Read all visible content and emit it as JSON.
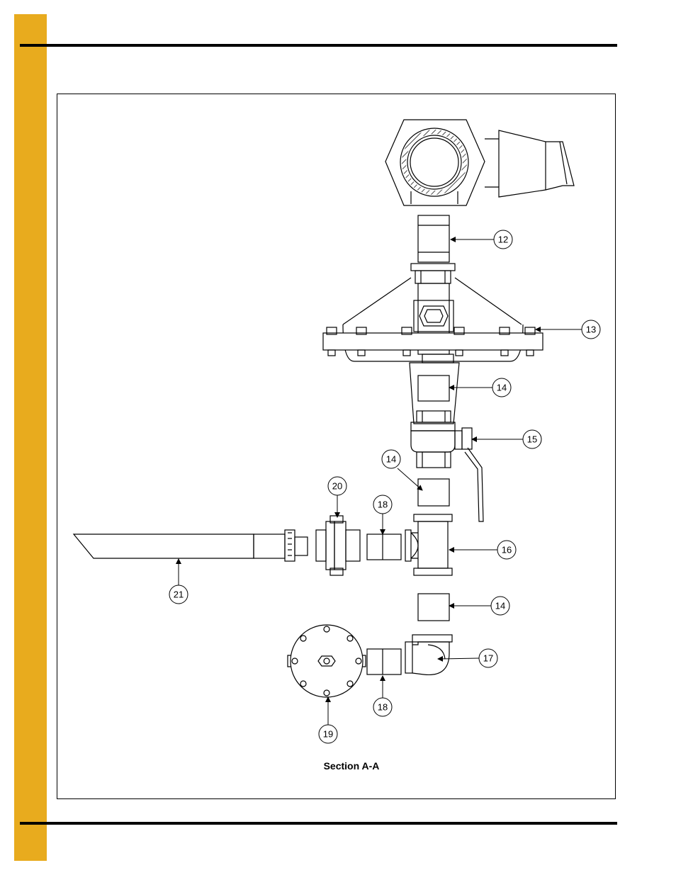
{
  "page": {
    "accent_color": "#e8ab1e",
    "rule_color": "#000000"
  },
  "diagram": {
    "caption": "Section A-A",
    "callouts": [
      {
        "id": "c12",
        "label": "12"
      },
      {
        "id": "c13",
        "label": "13"
      },
      {
        "id": "c14a",
        "label": "14"
      },
      {
        "id": "c15",
        "label": "15"
      },
      {
        "id": "c14b",
        "label": "14"
      },
      {
        "id": "c20",
        "label": "20"
      },
      {
        "id": "c18a",
        "label": "18"
      },
      {
        "id": "c16",
        "label": "16"
      },
      {
        "id": "c21",
        "label": "21"
      },
      {
        "id": "c14c",
        "label": "14"
      },
      {
        "id": "c17",
        "label": "17"
      },
      {
        "id": "c18b",
        "label": "18"
      },
      {
        "id": "c19",
        "label": "19"
      }
    ]
  }
}
